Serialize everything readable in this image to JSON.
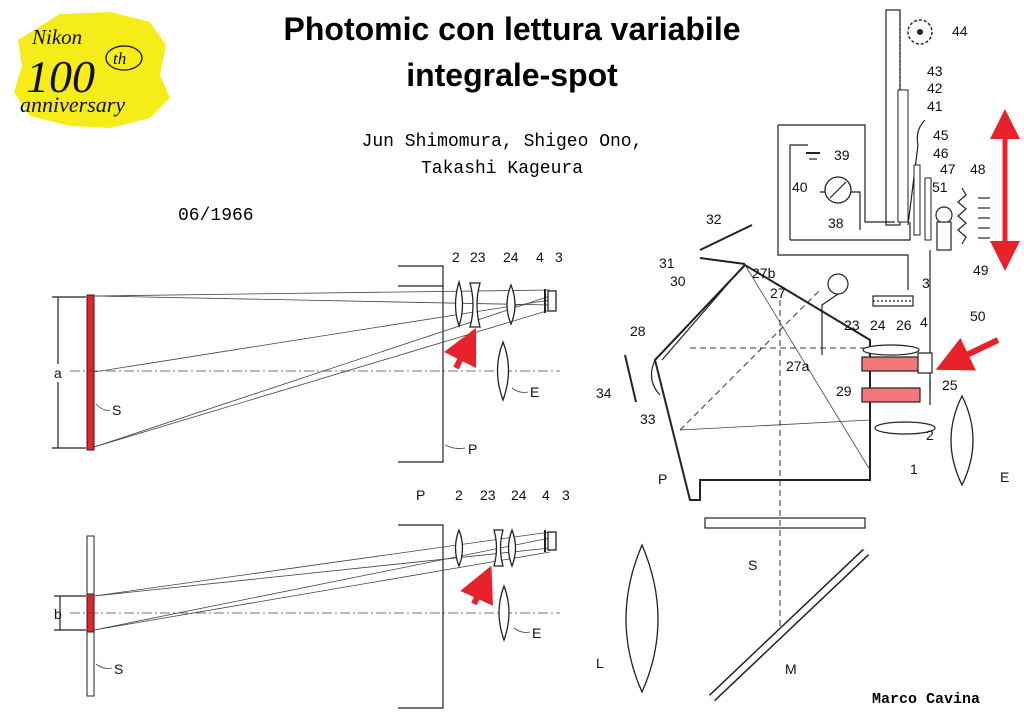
{
  "title_line1": "Photomic con lettura variabile",
  "title_line2": "integrale-spot",
  "authors_line1": "Jun Shimomura, Shigeo Ono,",
  "authors_line2": "Takashi Kageura",
  "date": "06/1966",
  "credit": "Marco Cavina",
  "logo": {
    "brand": "Nikon",
    "number": "100",
    "suffix": "th",
    "word": "anniversary",
    "color": "#f5ec1a"
  },
  "accent_color": "#e8222a",
  "highlight_color": "#f07878",
  "labels": {
    "top": {
      "n2": "2",
      "n23": "23",
      "n24": "24",
      "n4": "4",
      "n3": "3",
      "a": "a",
      "S": "S",
      "E": "E",
      "P": "P"
    },
    "bottom": {
      "P": "P",
      "n2": "2",
      "n23": "23",
      "n24": "24",
      "n4": "4",
      "n3": "3",
      "b": "b",
      "S": "S",
      "E": "E"
    },
    "right": {
      "n44": "44",
      "n43": "43",
      "n42": "42",
      "n41": "41",
      "n45": "45",
      "n46": "46",
      "n47": "47",
      "n48": "48",
      "n51": "51",
      "n49": "49",
      "n39": "39",
      "n40": "40",
      "n38": "38",
      "n32": "32",
      "n31": "31",
      "n30": "30",
      "n27b": "27b",
      "n27": "27",
      "n3": "3",
      "n4": "4",
      "n50": "50",
      "n28": "28",
      "n23": "23",
      "n24": "24",
      "n26": "26",
      "n27a": "27a",
      "n29": "29",
      "n25": "25",
      "n34": "34",
      "n33": "33",
      "n2": "2",
      "E": "E",
      "P": "P",
      "n1": "1",
      "S": "S",
      "L": "L",
      "M": "M"
    }
  }
}
